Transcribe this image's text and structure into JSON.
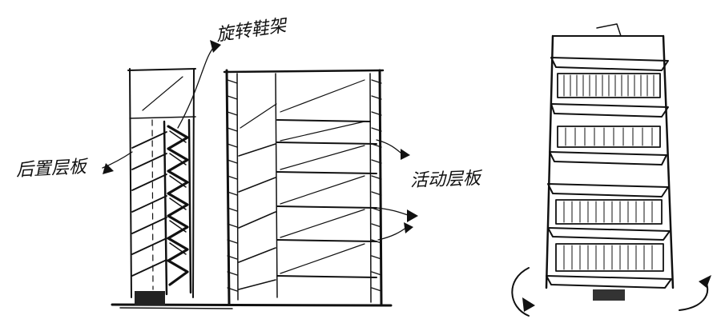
{
  "labels": {
    "rotary_shoe_rack": "旋转鞋架",
    "rear_shelf": "后置层板",
    "movable_shelf": "活动层板"
  },
  "colors": {
    "ink": "#111111",
    "paper": "#ffffff"
  }
}
